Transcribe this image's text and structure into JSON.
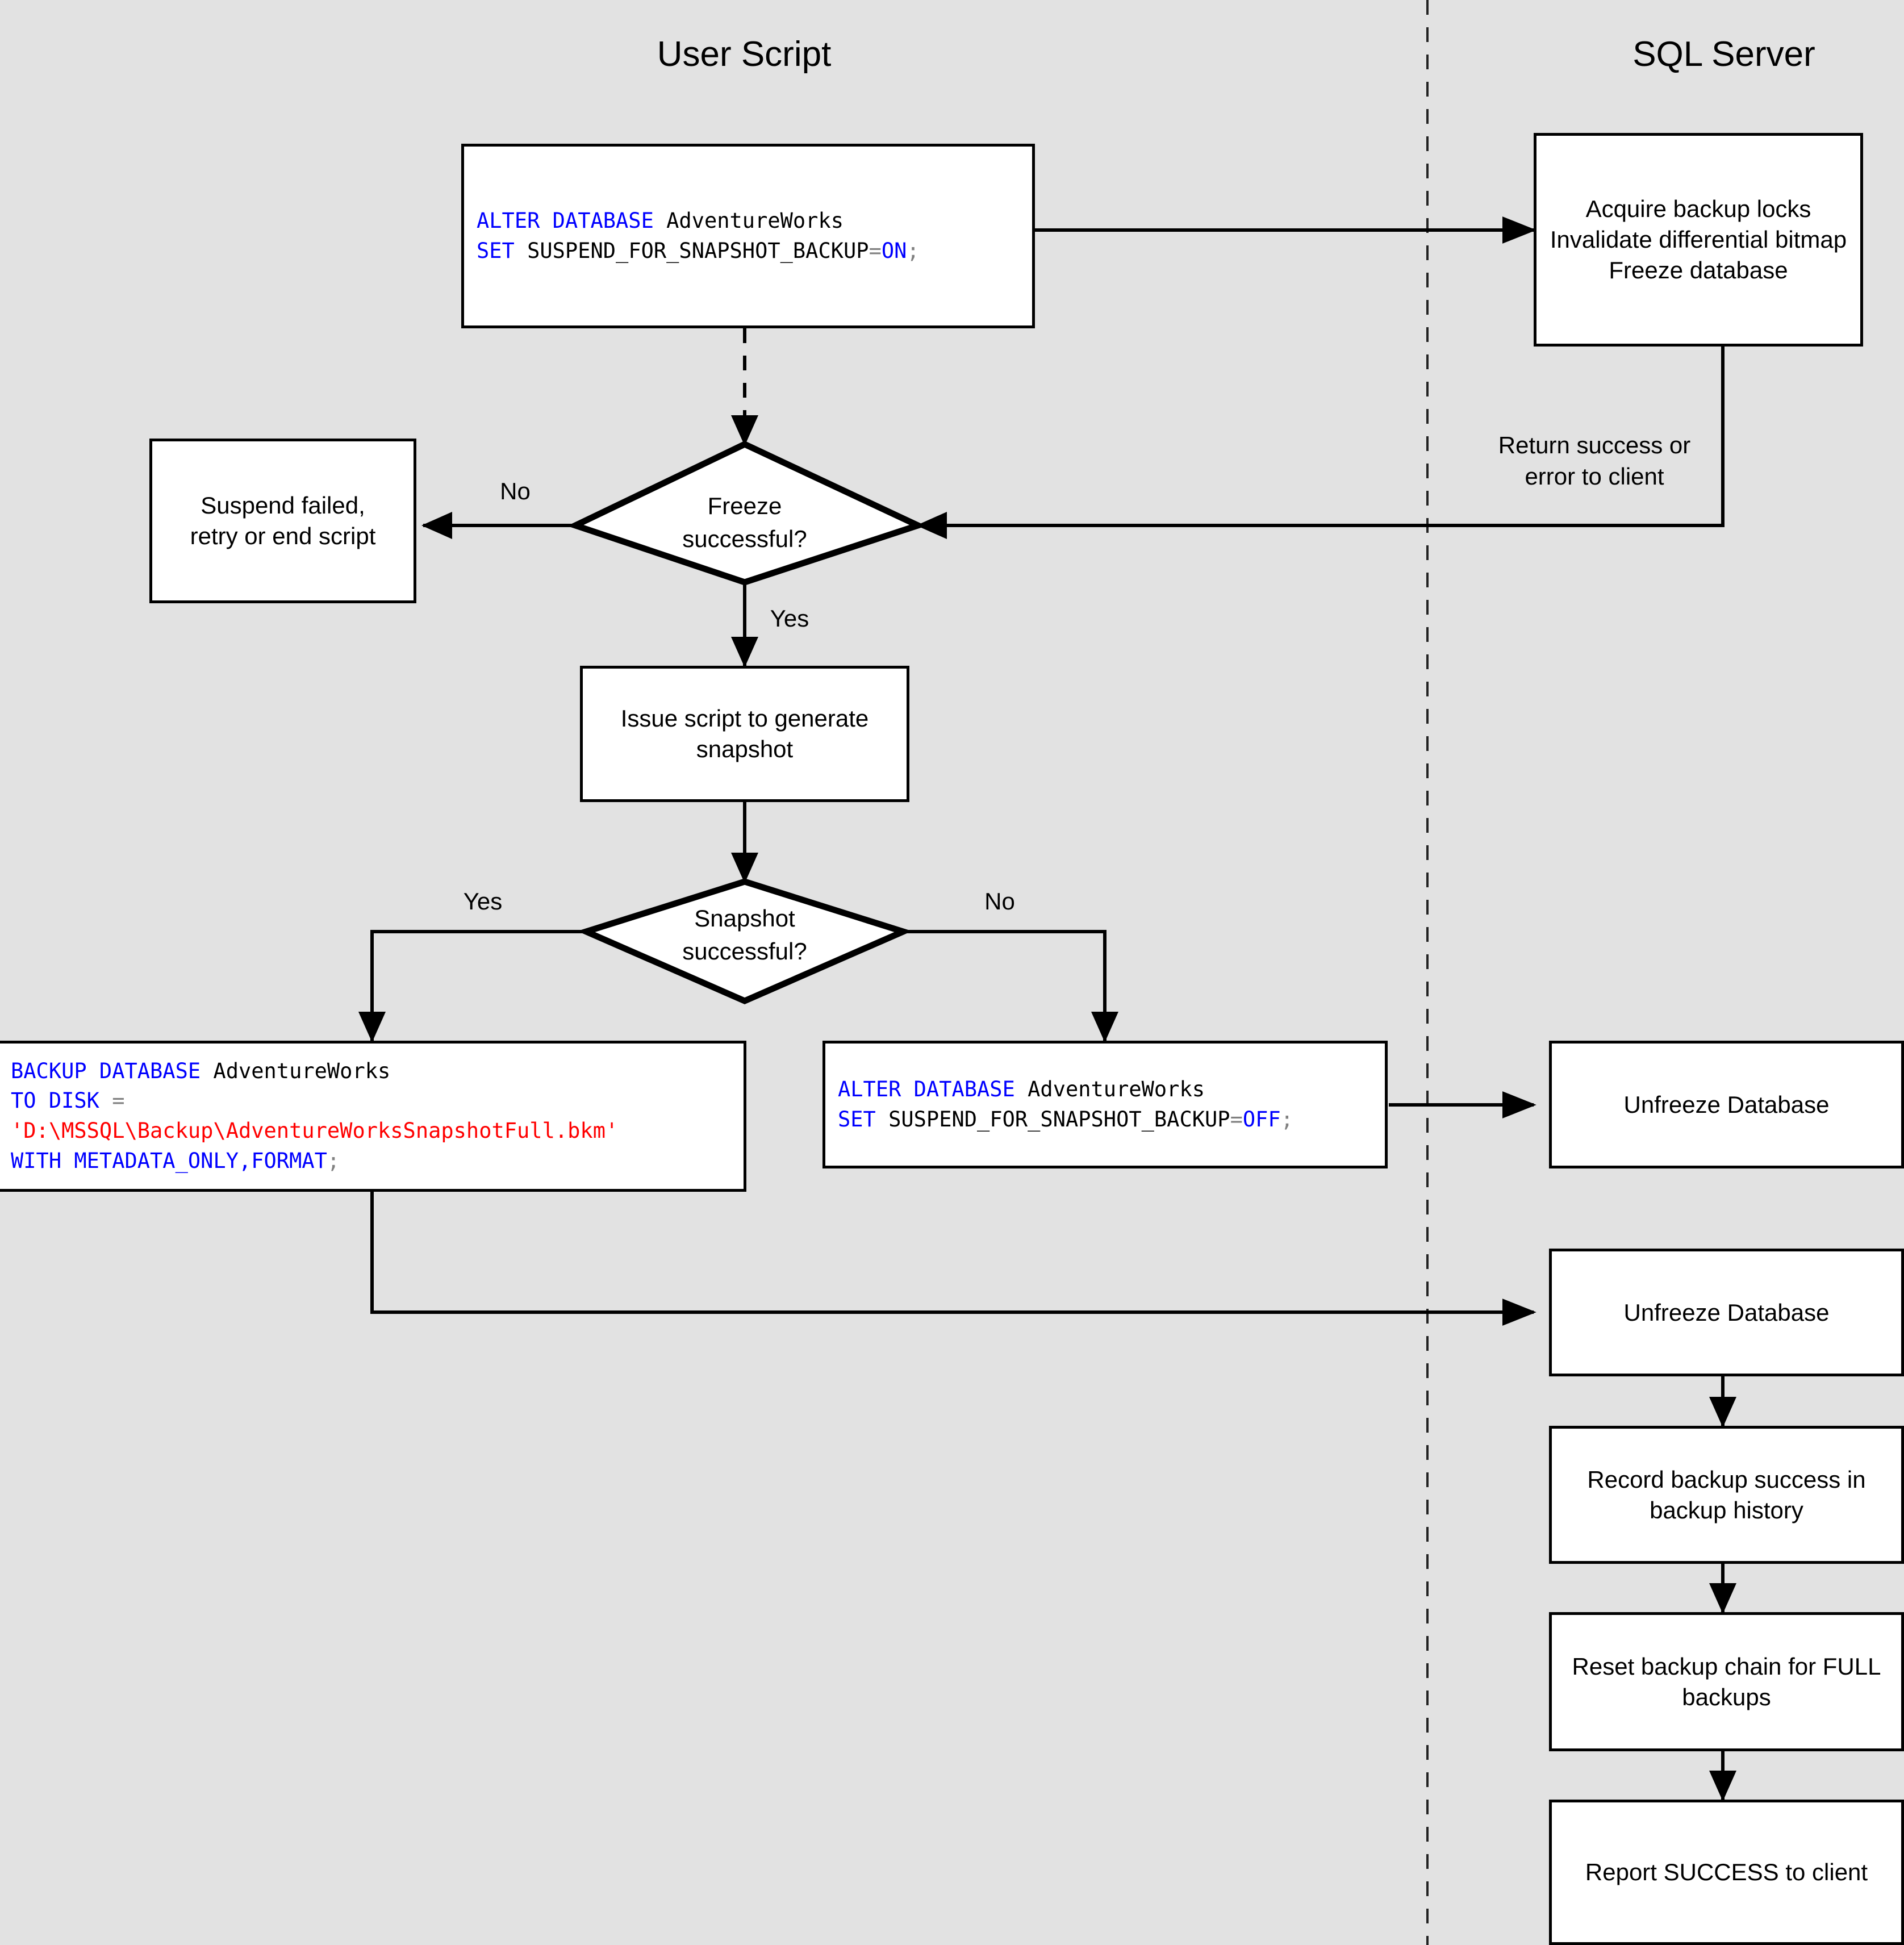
{
  "diagram": {
    "title_user_script": "User Script",
    "title_sql_server": "SQL Server",
    "background_color": "#e2e2e2",
    "node_fill": "#ffffff",
    "stroke_color": "#000000",
    "keyword_color": "#0000ff",
    "string_color": "#ff0000",
    "punctuation_color": "#808080"
  },
  "nodes": {
    "alter_on": {
      "line1_kw": "ALTER DATABASE ",
      "line1_id": "AdventureWorks",
      "line2_kw": "SET ",
      "line2_id": "SUSPEND_FOR_SNAPSHOT_BACKUP",
      "line2_eq": "=",
      "line2_val": "ON",
      "line2_semi": ";"
    },
    "acquire_locks": "Acquire backup locks\nInvalidate differential bitmap\nFreeze database",
    "suspend_failed": "Suspend failed,\nretry or end script",
    "freeze_decision_l1": "Freeze",
    "freeze_decision_l2": "successful?",
    "issue_script": "Issue script to generate\nsnapshot",
    "snapshot_decision_l1": "Snapshot",
    "snapshot_decision_l2": "successful?",
    "backup_database": {
      "line1_kw": "BACKUP DATABASE ",
      "line1_id": "AdventureWorks",
      "line2_kw": "TO DISK ",
      "line2_eq": "=",
      "line3_str": "'D:\\MSSQL\\Backup\\AdventureWorksSnapshotFull.bkm'",
      "line4_kw": "WITH METADATA_ONLY,FORMAT",
      "line4_semi": ";"
    },
    "alter_off": {
      "line1_kw": "ALTER DATABASE ",
      "line1_id": "AdventureWorks",
      "line2_kw": "SET ",
      "line2_id": "SUSPEND_FOR_SNAPSHOT_BACKUP",
      "line2_eq": "=",
      "line2_val": "OFF",
      "line2_semi": ";"
    },
    "unfreeze_top": "Unfreeze Database",
    "unfreeze_bottom": "Unfreeze Database",
    "record_backup": "Record backup success in\nbackup history",
    "reset_chain": "Reset backup chain for FULL\nbackups",
    "report_success": "Report SUCCESS to client"
  },
  "edge_labels": {
    "return_to_client": "Return success or\nerror to client",
    "freeze_no": "No",
    "freeze_yes": "Yes",
    "snapshot_yes": "Yes",
    "snapshot_no": "No"
  }
}
